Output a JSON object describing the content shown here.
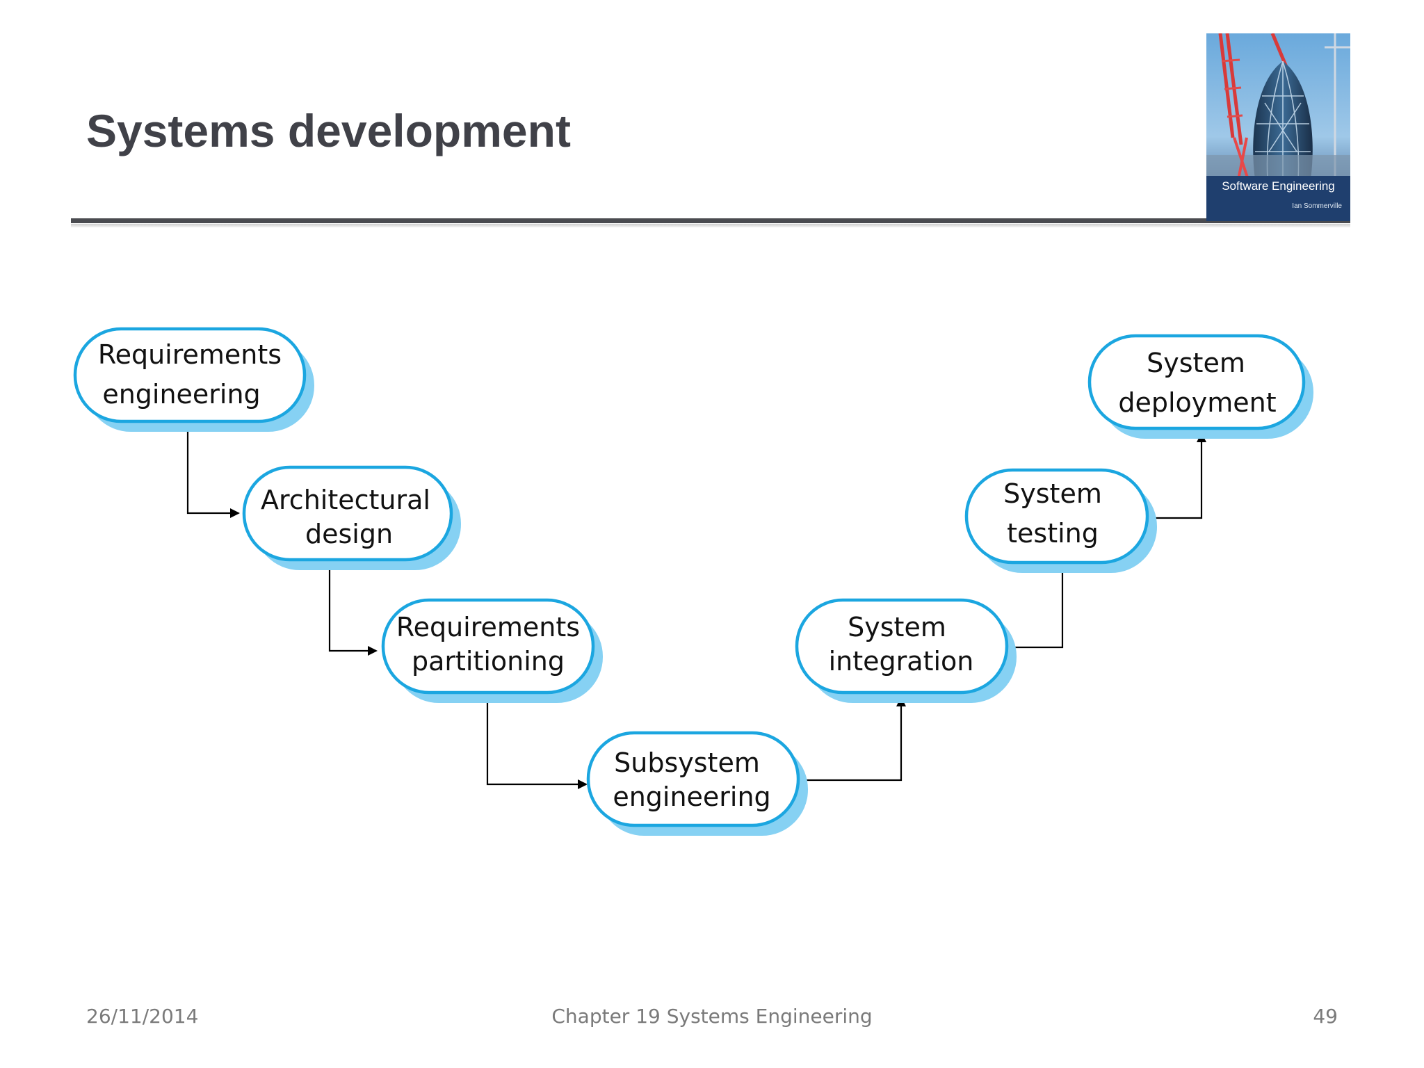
{
  "slide": {
    "title": "Systems development",
    "book": {
      "title": "Software Engineering",
      "author": "Ian Sommerville"
    }
  },
  "diagram": {
    "nodes": [
      {
        "id": "req-eng",
        "line1": "Requirements",
        "line2": "engineering"
      },
      {
        "id": "arch",
        "line1": "Architectural",
        "line2": "design"
      },
      {
        "id": "req-part",
        "line1": "Requirements",
        "line2": "partitioning"
      },
      {
        "id": "subsys",
        "line1": "Subsystem",
        "line2": "engineering"
      },
      {
        "id": "integ",
        "line1": "System",
        "line2": "integration"
      },
      {
        "id": "testing",
        "line1": "System",
        "line2": "testing"
      },
      {
        "id": "deploy",
        "line1": "System",
        "line2": "deployment"
      }
    ],
    "colors": {
      "node_border": "#1ba6e0",
      "node_shadow": "#86d1f3",
      "node_fill": "#ffffff",
      "arrow": "#000000"
    }
  },
  "footer": {
    "date": "26/11/2014",
    "chapter": "Chapter 19 Systems Engineering",
    "page": "49"
  }
}
